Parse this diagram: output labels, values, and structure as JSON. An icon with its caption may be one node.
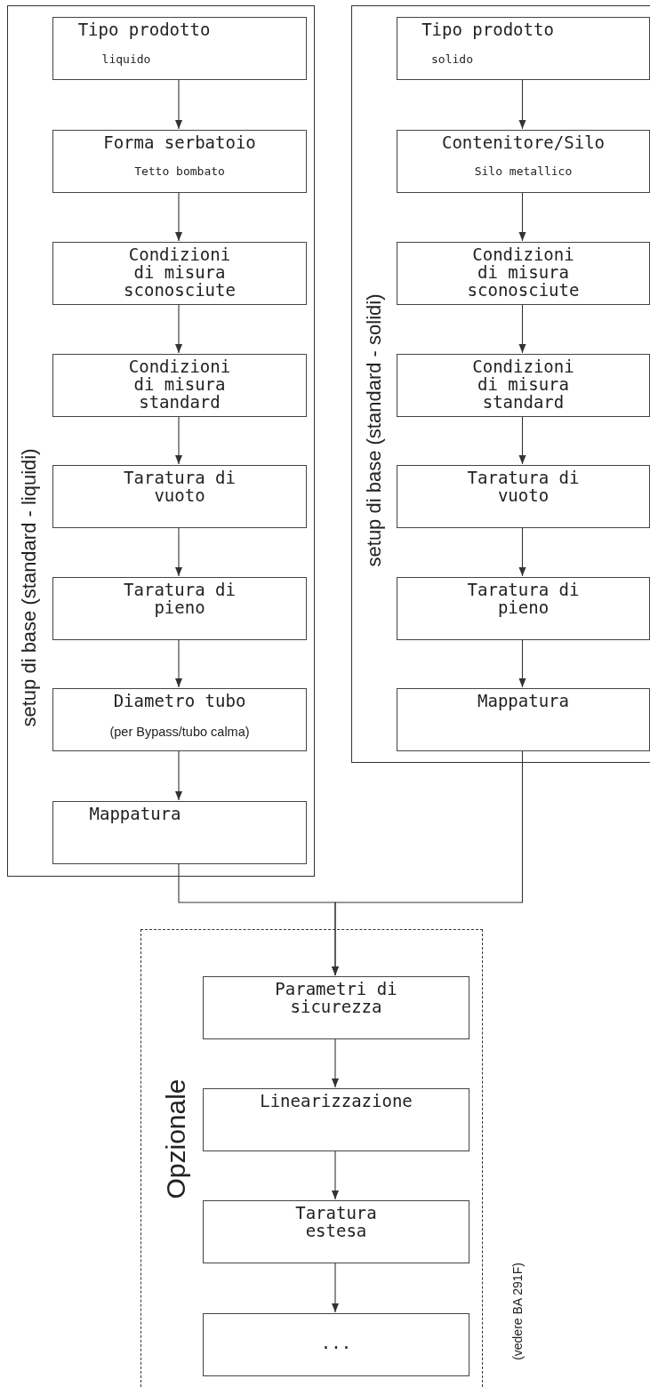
{
  "diagram": {
    "nodes": [
      {
        "text": [
          "setup di base (standard - liquidi)"
        ]
      },
      {
        "text": [
          "Tipo prodotto",
          "liquido"
        ],
        "in": 0
      },
      {
        "text": [
          "Forma serbatoio",
          "Tetto bombato"
        ],
        "in": 0
      },
      {
        "text": [
          "Condizioni di misura sconosciute"
        ],
        "in": 0
      },
      {
        "text": [
          "Condizioni di misura standard"
        ],
        "in": 0
      },
      {
        "text": [
          "Taratura di vuoto"
        ],
        "in": 0
      },
      {
        "text": [
          "Taratura di pieno"
        ],
        "in": 0
      },
      {
        "text": [
          "Diametro tubo",
          "(per Bypass/tubo calma)"
        ],
        "in": 0
      },
      {
        "text": [
          "Mappatura"
        ],
        "in": 0
      },
      {
        "text": [
          "setup di base (standard - solidi)"
        ]
      },
      {
        "text": [
          "Tipo prodotto",
          "solido"
        ],
        "in": 9
      },
      {
        "text": [
          "Contenitore/Silo",
          "Silo metallico"
        ],
        "in": 9
      },
      {
        "text": [
          "Condizioni di misura sconosciute"
        ],
        "in": 9
      },
      {
        "text": [
          "Condizioni di misura standard"
        ],
        "in": 9
      },
      {
        "text": [
          "Taratura di vuoto"
        ],
        "in": 9
      },
      {
        "text": [
          "Taratura di pieno"
        ],
        "in": 9
      },
      {
        "text": [
          "Mappatura"
        ],
        "in": 9
      },
      {
        "text": [
          "Opzionale"
        ]
      },
      {
        "text": [
          "Parametri di sicurezza"
        ],
        "in": 17
      },
      {
        "text": [
          "Linearizzazione"
        ],
        "in": 17
      },
      {
        "text": [
          "Taratura estesa"
        ],
        "in": 17
      },
      {
        "text": [
          "..."
        ],
        "in": 17
      }
    ],
    "edges": [
      {
        "from": 1,
        "to": 2,
        "arrow": "to"
      },
      {
        "from": 2,
        "to": 3,
        "arrow": "to"
      },
      {
        "from": 3,
        "to": 4,
        "arrow": "to"
      },
      {
        "from": 4,
        "to": 5,
        "arrow": "to"
      },
      {
        "from": 5,
        "to": 6,
        "arrow": "to"
      },
      {
        "from": 6,
        "to": 7,
        "arrow": "to"
      },
      {
        "from": 7,
        "to": 8,
        "arrow": "to"
      },
      {
        "from": 10,
        "to": 11,
        "arrow": "to"
      },
      {
        "from": 11,
        "to": 12,
        "arrow": "to"
      },
      {
        "from": 12,
        "to": 13,
        "arrow": "to"
      },
      {
        "from": 13,
        "to": 14,
        "arrow": "to"
      },
      {
        "from": 14,
        "to": 15,
        "arrow": "to"
      },
      {
        "from": 15,
        "to": 16,
        "arrow": "to"
      },
      {
        "from": 8,
        "to": 18,
        "arrow": "to"
      },
      {
        "from": 16,
        "to": 18,
        "arrow": "to"
      },
      {
        "from": 18,
        "to": 19,
        "arrow": "to"
      },
      {
        "from": 19,
        "to": 20,
        "arrow": "to"
      },
      {
        "from": 20,
        "to": 21,
        "arrow": "to"
      }
    ],
    "labels": [
      "(vedere BA 291F)"
    ]
  }
}
